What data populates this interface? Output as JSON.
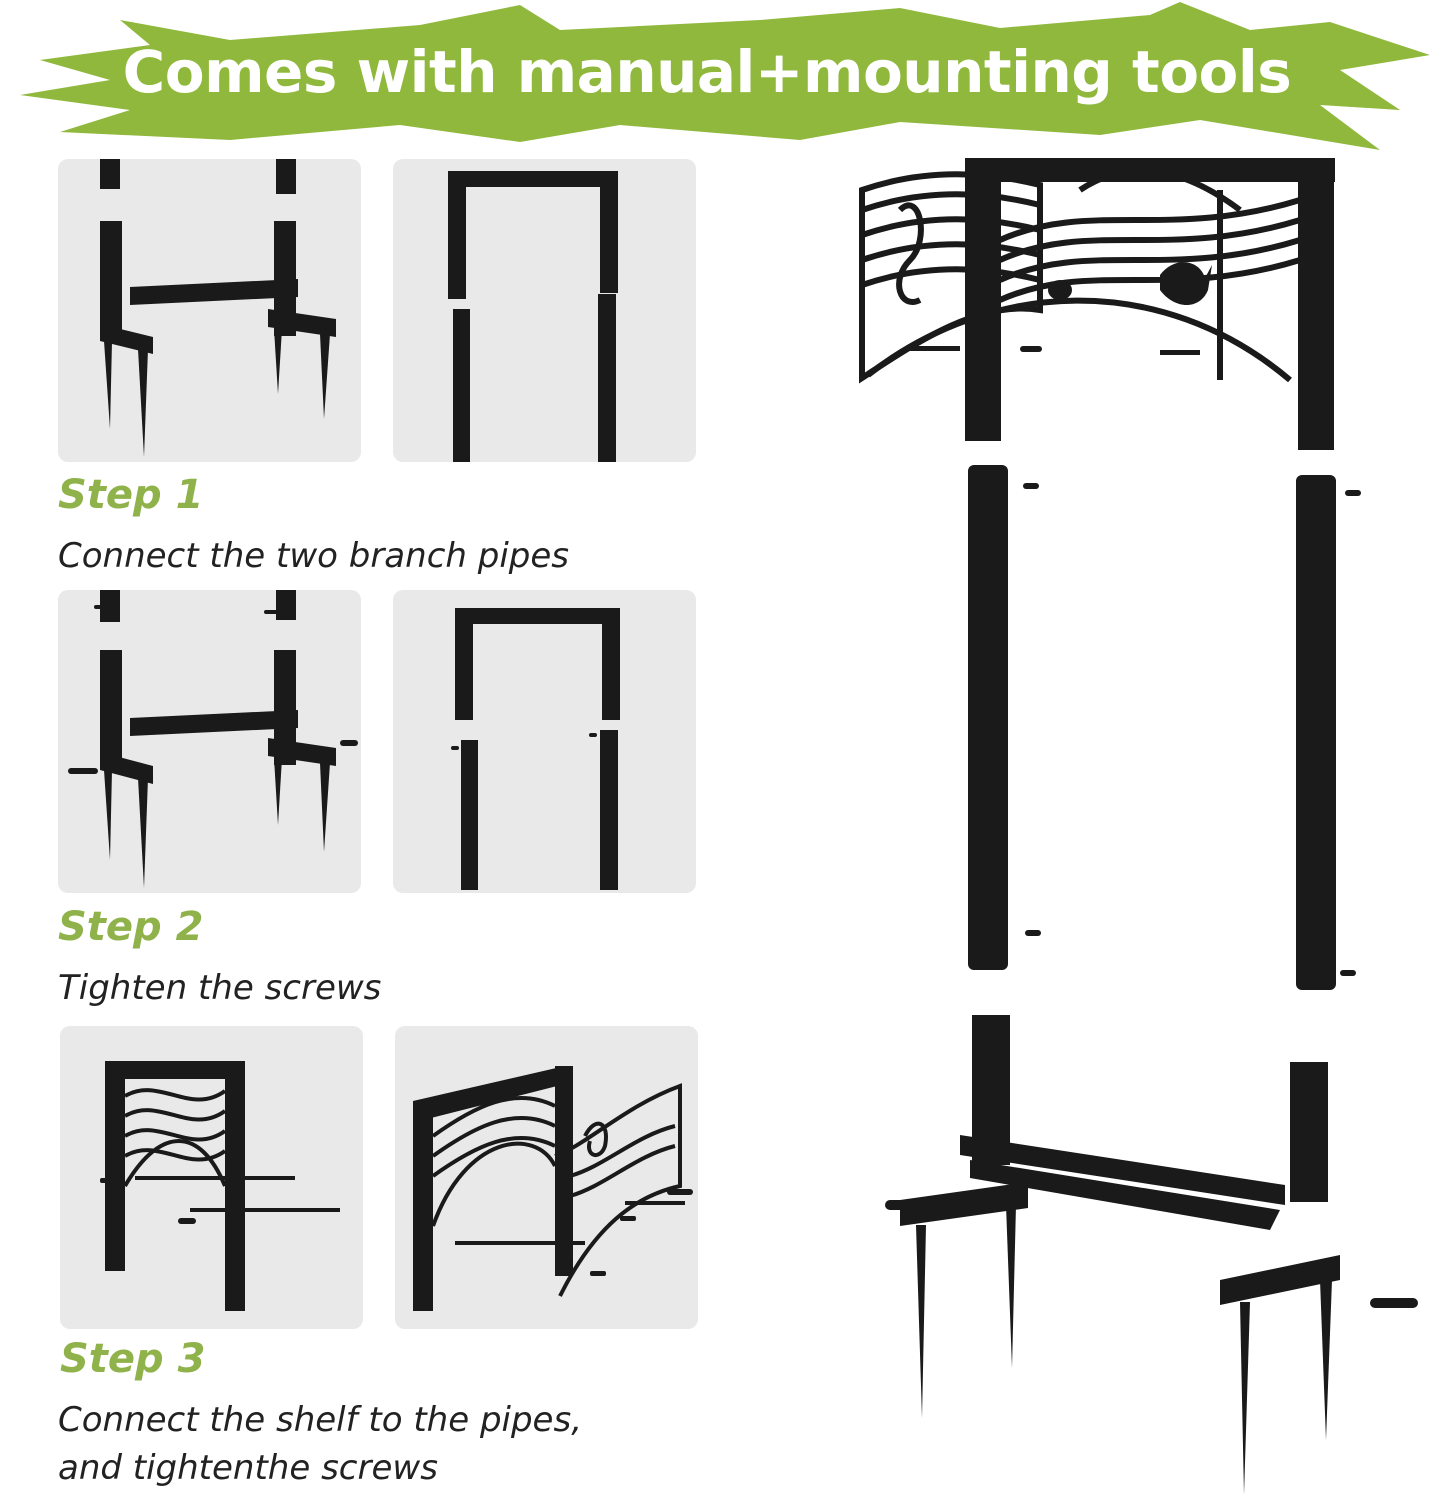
{
  "banner": {
    "title": "Comes with manual+mounting tools",
    "color": "#8fb83c"
  },
  "steps": [
    {
      "title": "Step 1",
      "description_lines": [
        "Connect the two branch pipes"
      ]
    },
    {
      "title": "Step 2",
      "description_lines": [
        "Tighten the screws"
      ]
    },
    {
      "title": "Step 3",
      "description_lines": [
        "Connect the shelf to the pipes,",
        "and tightenthe screws"
      ]
    }
  ],
  "colors": {
    "accent": "#8fb24a",
    "metal": "#1a1a1a",
    "panel": "#e9e9e9",
    "text": "#222222"
  }
}
